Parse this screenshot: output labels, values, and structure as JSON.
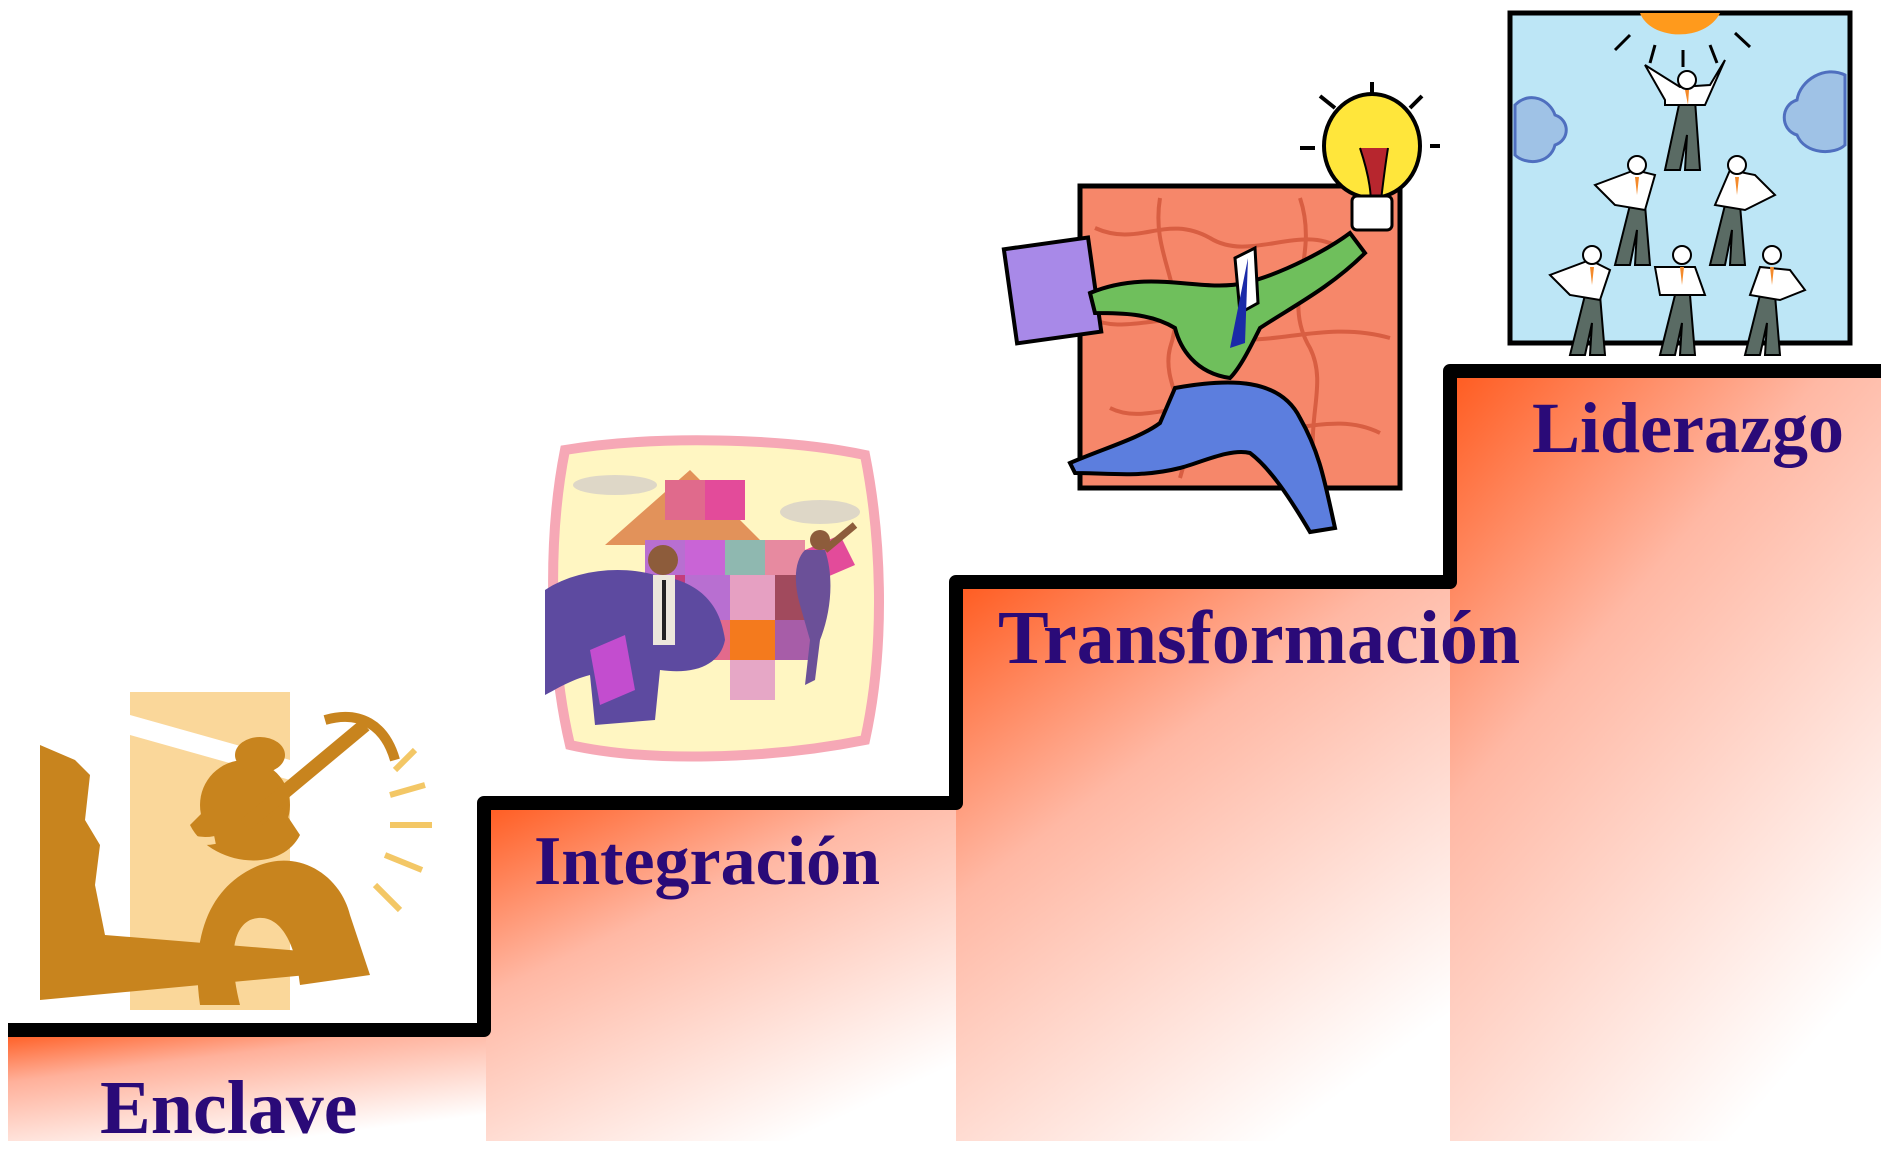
{
  "steps": [
    {
      "label": "Enclave",
      "icon": "miner-pickaxe-icon"
    },
    {
      "label": "Integración",
      "icon": "puzzle-house-icon"
    },
    {
      "label": "Transformación",
      "icon": "runner-lightbulb-icon"
    },
    {
      "label": "Liderazgo",
      "icon": "human-pyramid-icon"
    }
  ],
  "colors": {
    "label": "#2a0a78",
    "stair_line": "#000000",
    "gradient_hot": "#ff5a1e",
    "gradient_cool": "#ffffff"
  }
}
